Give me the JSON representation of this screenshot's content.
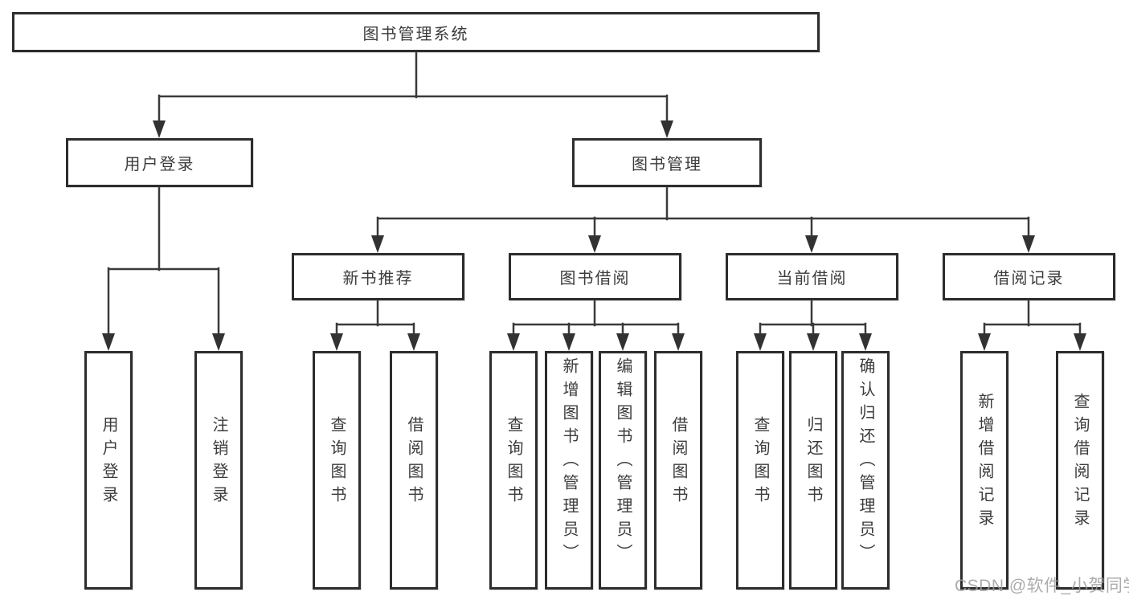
{
  "diagram_title": "图书管理系统",
  "nodes": {
    "root": {
      "label": "图书管理系统"
    },
    "user_login": {
      "label": "用户登录"
    },
    "book_mgmt": {
      "label": "图书管理"
    },
    "new_book_rec": {
      "label": "新书推荐"
    },
    "book_borrow": {
      "label": "图书借阅"
    },
    "current_borrow": {
      "label": "当前借阅"
    },
    "borrow_record": {
      "label": "借阅记录"
    },
    "leaf_user_login": {
      "label": "用户登录"
    },
    "leaf_logout": {
      "label": "注销登录"
    },
    "rec_query_book": {
      "label": "查询图书"
    },
    "rec_borrow_book": {
      "label": "借阅图书"
    },
    "bb_query_book": {
      "label": "查询图书"
    },
    "bb_add_book": {
      "label": "新增图书（管理员）"
    },
    "bb_edit_book": {
      "label": "编辑图书（管理员）"
    },
    "bb_borrow_book": {
      "label": "借阅图书"
    },
    "cb_query_book": {
      "label": "查询图书"
    },
    "cb_return_book": {
      "label": "归还图书"
    },
    "cb_confirm_return": {
      "label": "确认归还（管理员）"
    },
    "br_add_record": {
      "label": "新增借阅记录"
    },
    "br_query_record": {
      "label": "查询借阅记录"
    }
  },
  "hierarchy": {
    "图书管理系统": {
      "用户登录": [
        "用户登录",
        "注销登录"
      ],
      "图书管理": {
        "新书推荐": [
          "查询图书",
          "借阅图书"
        ],
        "图书借阅": [
          "查询图书",
          "新增图书（管理员）",
          "编辑图书（管理员）",
          "借阅图书"
        ],
        "当前借阅": [
          "查询图书",
          "归还图书",
          "确认归还（管理员）"
        ],
        "借阅记录": [
          "新增借阅记录",
          "查询借阅记录"
        ]
      }
    }
  },
  "watermark": "CSDN @软件_小贺同学",
  "colors": {
    "background": "#ffffff",
    "box_border": "#2d2d2d",
    "line": "#3a3a3a",
    "text": "#3c3c3c",
    "watermark": "#9e9e9e"
  }
}
